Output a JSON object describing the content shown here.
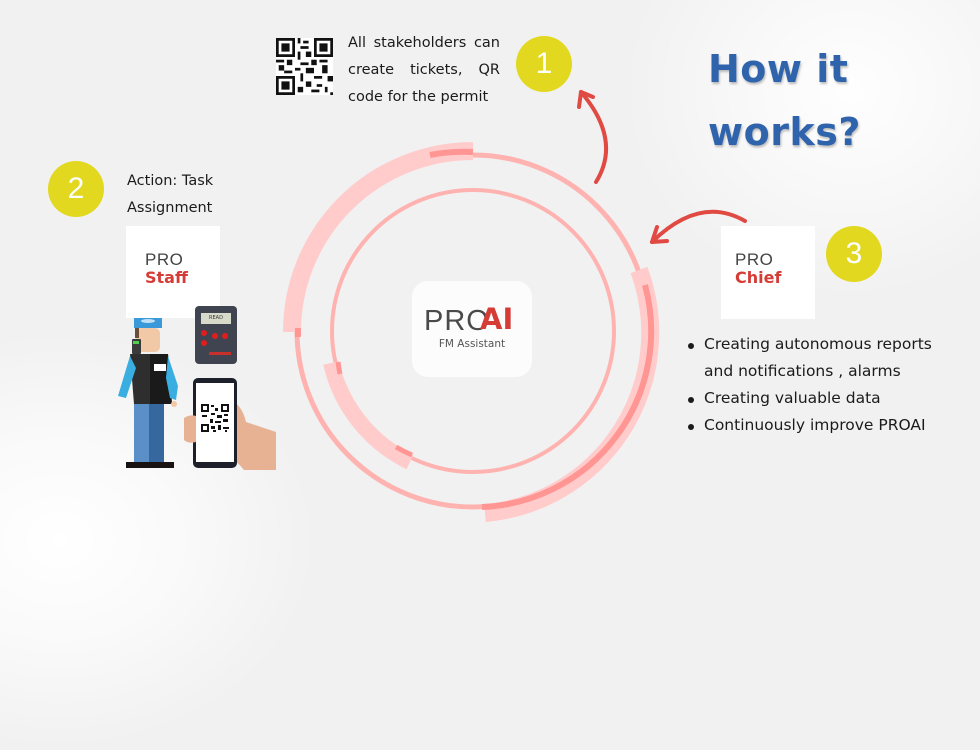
{
  "title": {
    "line1": "How it",
    "line2": "works?",
    "color": "#2f64ad"
  },
  "steps": [
    {
      "number": "1",
      "text": "All stakeholders can create tickets, QR code for the permit",
      "icon": "qr-code-icon"
    },
    {
      "number": "2",
      "text_line1": "Action: Task",
      "text_line2": "Assignment",
      "logo": {
        "prefix": "PRO",
        "name": "Staff"
      }
    },
    {
      "number": "3",
      "logo": {
        "prefix": "PRO",
        "name": "Chief"
      },
      "bullets": [
        "Creating autonomous reports and notifications , alarms",
        "Creating valuable data",
        "Continuously improve PROAI"
      ]
    }
  ],
  "center": {
    "prefix": "PRO",
    "accent": "AI",
    "subtitle": "FM Assistant"
  },
  "device": {
    "screen_text": "READ"
  },
  "colors": {
    "badge": "#e2d81f",
    "accent_red": "#d63c36",
    "arrow": "#e04a43",
    "ring": "#ffb3b0",
    "ring_light": "#ffcccb",
    "ring_dark": "#ff9694",
    "background": "#f1f1f1"
  }
}
